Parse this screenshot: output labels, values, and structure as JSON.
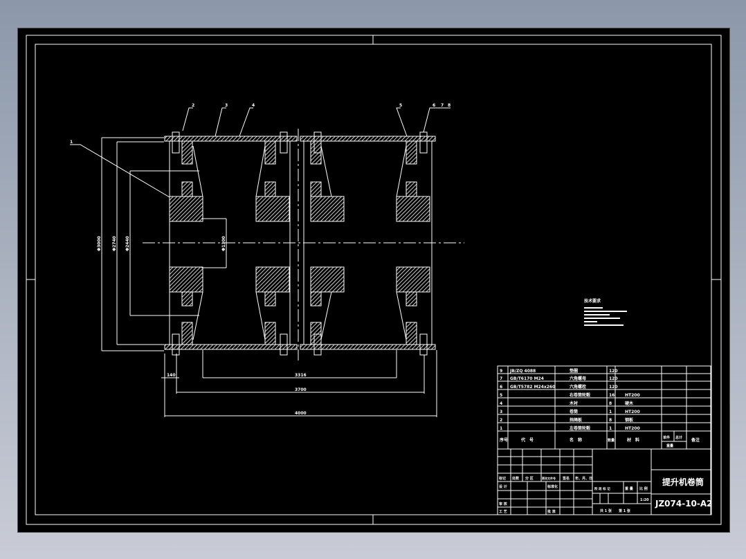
{
  "colors": {
    "background": "#000000",
    "lines": "#ffffff",
    "desktop": "#8c98aa"
  },
  "drawing": {
    "leaders": [
      "1",
      "2",
      "3",
      "4",
      "5",
      "6",
      "7",
      "8"
    ],
    "dimensions": {
      "d1": "140",
      "d2": "3316",
      "d3": "3700",
      "d4": "4000",
      "v1": "Φ3000",
      "v2": "Φ2740",
      "v3": "Φ2440",
      "v4": "Φ1300"
    }
  },
  "notes": {
    "title": "技术要求"
  },
  "parts_table": {
    "rows": [
      {
        "no": "9",
        "code": "JB/ZQ 4088",
        "name": "垫圈",
        "qty": "120",
        "material": ""
      },
      {
        "no": "7",
        "code": "GB/T6170 M24",
        "name": "六角螺母",
        "qty": "120",
        "material": ""
      },
      {
        "no": "6",
        "code": "GB/T5782 M24x260",
        "name": "六角螺栓",
        "qty": "120",
        "material": ""
      },
      {
        "no": "5",
        "code": "",
        "name": "右卷筒轮毂",
        "qty": "16",
        "material": "HT200"
      },
      {
        "no": "4",
        "code": "",
        "name": "木衬",
        "qty": "8",
        "material": "硬木"
      },
      {
        "no": "3",
        "code": "",
        "name": "卷筒",
        "qty": "1",
        "material": "HT200"
      },
      {
        "no": "2",
        "code": "",
        "name": "挡绳板",
        "qty": "8",
        "material": "钢板"
      },
      {
        "no": "1",
        "code": "",
        "name": "左卷筒轮毂",
        "qty": "1",
        "material": "HT200"
      }
    ],
    "header": {
      "no": "序号",
      "code": "代　号",
      "name": "名　称",
      "qty": "数量",
      "material": "材　料",
      "unit": "单件",
      "total": "总计",
      "weight": "重量",
      "remark": "备注"
    }
  },
  "title_block": {
    "rev_headers": [
      "标记",
      "处数",
      "分 区",
      "更改文件号",
      "签名",
      "年、月、日"
    ],
    "design": "设 计",
    "standard": "标准化",
    "review": "审 核",
    "process": "工 艺",
    "approve": "批 准",
    "stage": "阶 段 标 记",
    "weight": "重 量",
    "scale_label": "比 例",
    "scale": "1:20",
    "sheets": "共 1 张　　第 1 张",
    "title": "提升机卷筒",
    "drawing_no": "JZ074-10-A2"
  }
}
